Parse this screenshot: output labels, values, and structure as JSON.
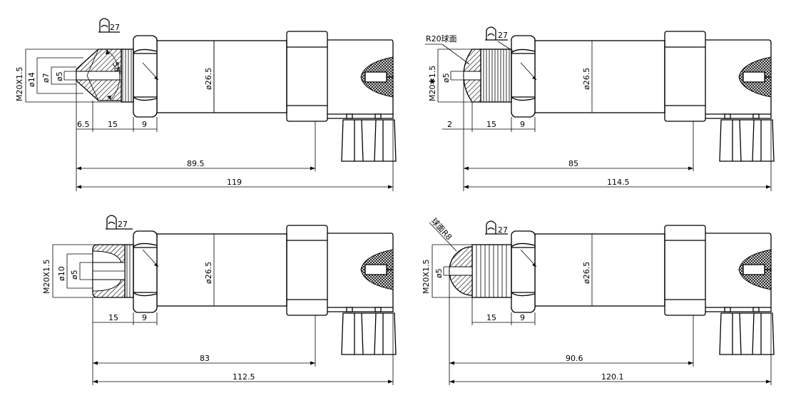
{
  "wrench": "27",
  "shaft_dia": "ø26.5",
  "panels": [
    {
      "id": "a",
      "port_labels": [
        "M20X1.5",
        "ø14",
        "ø7",
        "ø5"
      ],
      "callout": "",
      "angle": "58°",
      "lengths": [
        "6.5",
        "15",
        "9"
      ],
      "overall": [
        "89.5",
        "119"
      ]
    },
    {
      "id": "b",
      "port_labels": [
        "M20✱1.5",
        "ø5"
      ],
      "callout": "R20球面",
      "angle": "",
      "lengths": [
        "2",
        "15",
        "9"
      ],
      "overall": [
        "85",
        "114.5"
      ]
    },
    {
      "id": "c",
      "port_labels": [
        "M20X1.5",
        "ø10",
        "ø5"
      ],
      "callout": "",
      "angle": "",
      "lengths": [
        "15",
        "9"
      ],
      "overall": [
        "83",
        "112.5"
      ]
    },
    {
      "id": "d",
      "port_labels": [
        "M20X1.5",
        "ø5"
      ],
      "callout": "球面R8",
      "angle": "",
      "lengths": [
        "15",
        "9"
      ],
      "overall": [
        "90.6",
        "120.1"
      ]
    }
  ]
}
